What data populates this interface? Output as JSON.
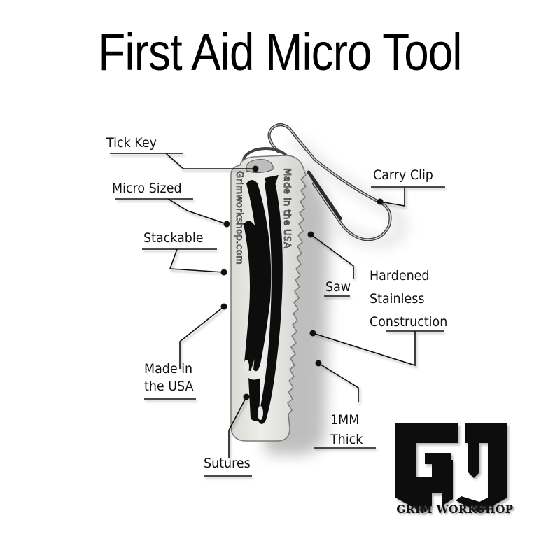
{
  "title": "First Aid Micro Tool",
  "product": {
    "engraving_left": "Grimworkshop.com",
    "engraving_right": "Made in the USA"
  },
  "callouts": [
    {
      "id": "tick-key",
      "text": "Tick Key"
    },
    {
      "id": "micro-sized",
      "text": "Micro Sized"
    },
    {
      "id": "stackable",
      "text": "Stackable"
    },
    {
      "id": "made-in-usa",
      "line1": "Made in",
      "line2": "the USA"
    },
    {
      "id": "sutures",
      "text": "Sutures"
    },
    {
      "id": "carry-clip",
      "text": "Carry Clip"
    },
    {
      "id": "saw",
      "text": "Saw"
    },
    {
      "id": "hardened",
      "line1": "Hardened",
      "line2": "Stainless",
      "line3": "Construction"
    },
    {
      "id": "thickness",
      "line1": "1MM",
      "line2": "Thick"
    }
  ],
  "brand": {
    "name": "GRIM WORKSHOP",
    "monogram": "GW"
  },
  "colors": {
    "background": "#ffffff",
    "text": "#111111",
    "metal": "#e6e6e3",
    "metal_shadow": "#9a9a9a",
    "cutout": "#0d0d0d"
  }
}
